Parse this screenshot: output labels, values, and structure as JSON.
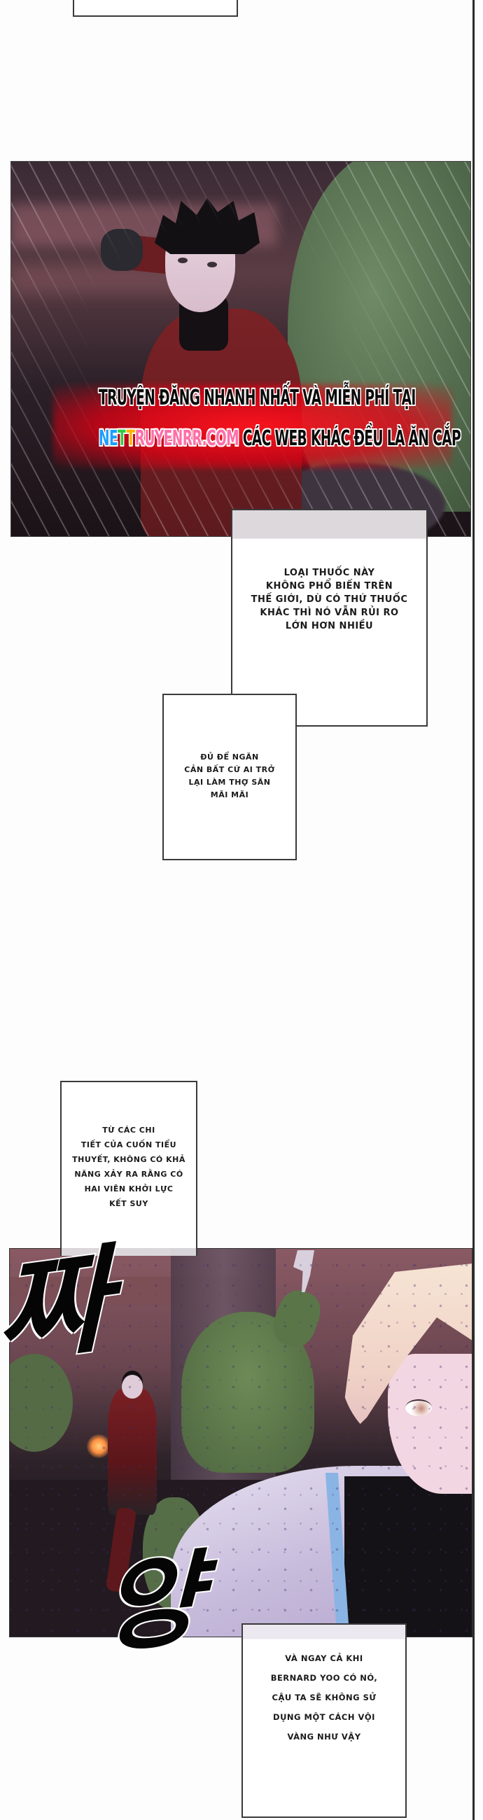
{
  "page": {
    "type": "webtoon-chapter-strip",
    "background_color": "#fdfdfd"
  },
  "watermark": {
    "line1": "TRUYỆN ĐĂNG NHANH NHẤT VÀ MIỄN PHÍ TẠI",
    "site_parts": [
      "NE",
      "T",
      "T",
      "RUYENRR.COM"
    ],
    "site": "NETTRUYENRR.COM",
    "line2_rest": " CÁC WEB KHÁC ĐỀU LÀ ĂN CẮP",
    "glow_color": "#e8101e"
  },
  "captions": [
    {
      "id": "caption-1",
      "lines": [
        "LOẠI THUỐC NÀY",
        "KHÔNG PHỔ BIẾN TRÊN",
        "THẾ GIỚI, DÙ CÓ THỨ THUỐC",
        "KHÁC THÌ NÓ VẪN RỦI RO",
        "LỚN HƠN NHIỀU"
      ]
    },
    {
      "id": "caption-2",
      "lines": [
        "ĐỦ ĐỂ NGĂN",
        "CẢN BẤT CỨ AI TRỞ",
        "LẠI LÀM THỢ SĂN",
        "MÃI MÃI"
      ]
    },
    {
      "id": "caption-3",
      "lines": [
        "TỪ CÁC CHI",
        "TIẾT CỦA CUỐN TIỂU",
        "THUYẾT, KHÔNG CÓ KHẢ",
        "NĂNG XẢY RA RẰNG CÓ",
        "HAI VIÊN KHỞI LỰC",
        "KẾT SUY"
      ]
    },
    {
      "id": "caption-4",
      "lines": [
        "VÀ NGAY CẢ KHI",
        "BERNARD YOO CÓ NÓ,",
        "CẬU TA SẼ KHÔNG SỬ",
        "DỤNG MỘT CÁCH VỘI",
        "VÀNG NHƯ VẬY"
      ]
    }
  ],
  "sfx": {
    "top": "짜",
    "bottom": "양"
  }
}
